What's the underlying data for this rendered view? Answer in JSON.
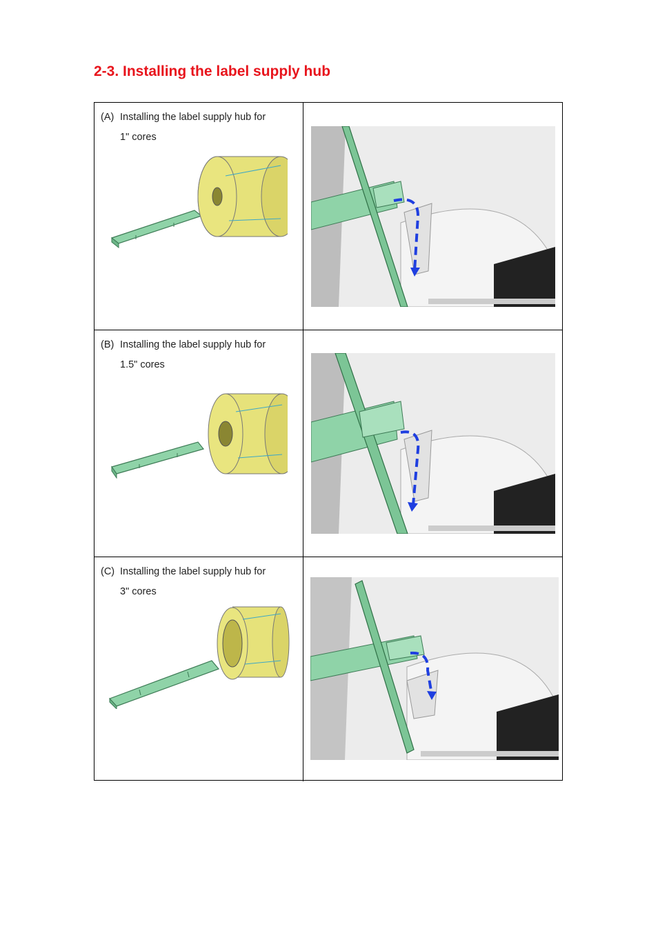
{
  "heading": "2-3. Installing the label supply hub",
  "steps": [
    {
      "tag": "(A)",
      "line1": "Installing the label supply hub for",
      "line2": "1\" cores"
    },
    {
      "tag": "(B)",
      "line1": "Installing the label supply hub for",
      "line2": "1.5\" cores"
    },
    {
      "tag": "(C)",
      "line1": "Installing the label supply hub for",
      "line2": "3\" cores"
    }
  ],
  "colors": {
    "heading": "#e8141c",
    "hub": "#8fd3a8",
    "roll": "#e6e27a",
    "arrow": "#1f3fe0"
  }
}
